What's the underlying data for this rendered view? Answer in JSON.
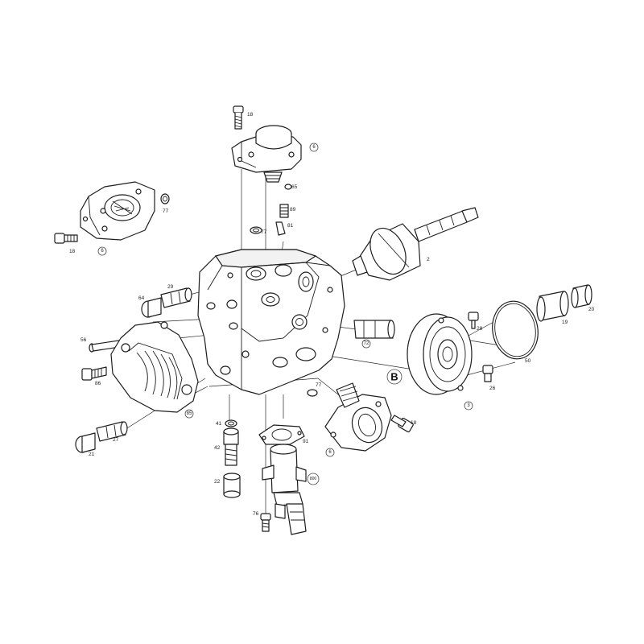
{
  "diagram": {
    "kind": "exploded parts view",
    "line_color": "#1e1e1e",
    "background": "#ffffff",
    "labels": {
      "screw_top": "18",
      "valve_top": "6",
      "seal_65": "65",
      "fitting_89": "89",
      "pin_81": "81",
      "oring_77_top": "77",
      "valve_left": "6",
      "oring_77_left": "77",
      "screw_left": "18",
      "shaft": "2",
      "plug_64": "64",
      "sleeve_29": "29",
      "pin_28_upper": "28",
      "ring_50": "50",
      "bushing_19": "19",
      "bushing_20": "20",
      "bolt_56": "56",
      "screw_86": "86",
      "cover_85": "85",
      "fitting_72": "72",
      "b_marker": "B",
      "flange_3": "3",
      "pin_26_lower": "26",
      "oring_77_right": "77",
      "valve_right": "6",
      "screw_right": "18",
      "plug_21": "21",
      "sleeve_27": "27",
      "oring_41": "41",
      "valve_42": "42",
      "cap_22": "22",
      "gasket_91": "91",
      "meter_800": "800",
      "screw_76": "76"
    }
  }
}
